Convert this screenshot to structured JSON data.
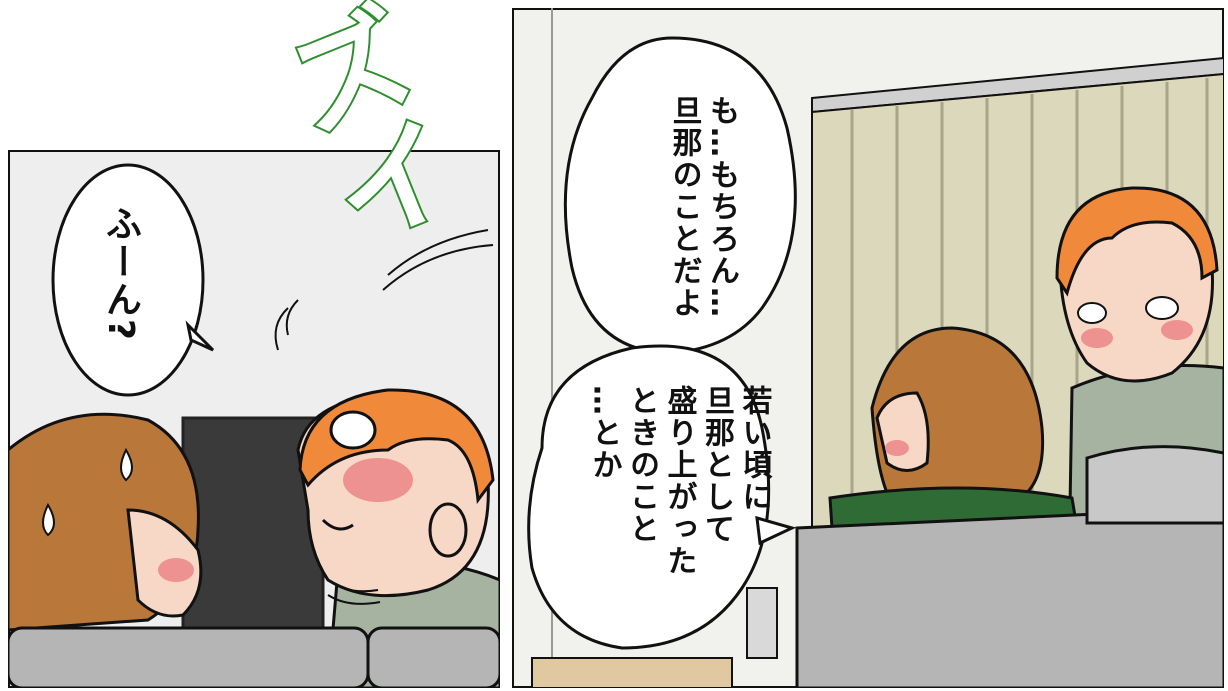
{
  "left_panel": {
    "bubble_text": "ふーん?",
    "sfx_text": "ズイ"
  },
  "right_panel": {
    "bubble_top_text": "も…もちろん…\n旦那のことだよ",
    "bubble_bottom_text": "若い頃に\n旦那として\n盛り上がった\nときのこと\n…とか"
  },
  "colors": {
    "outline": "#111111",
    "hair_orange": "#f08a3a",
    "hair_brown": "#b9773a",
    "blush": "#e8747a",
    "sofa_gray": "#b5b5b5",
    "curtain": "#dcd8bc",
    "sfx_green": "#2f8f2f",
    "sweat": "#ffffff"
  }
}
